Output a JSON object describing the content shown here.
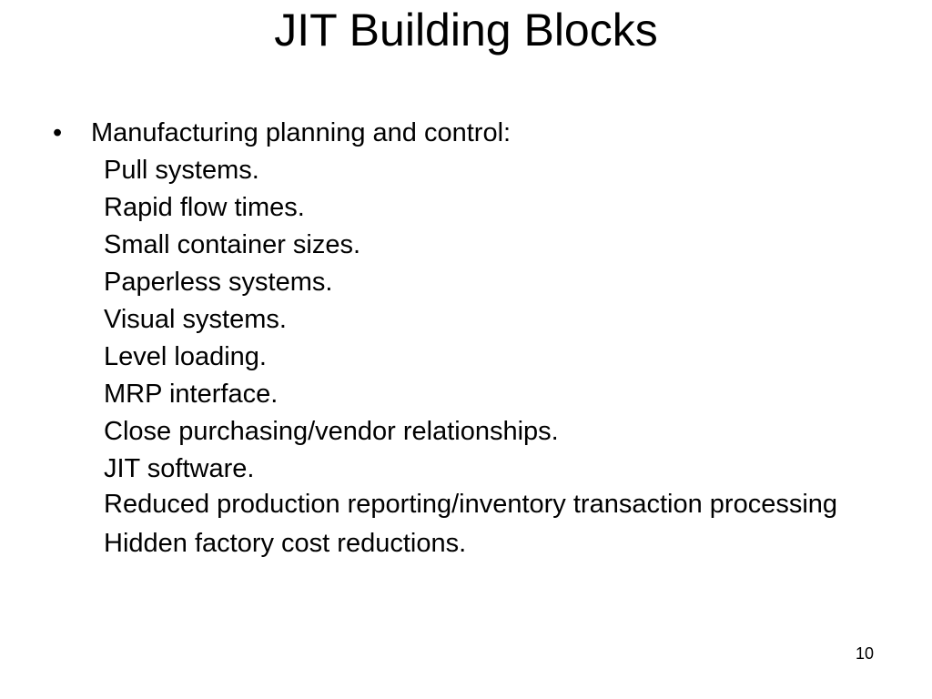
{
  "slide": {
    "title": "JIT Building Blocks",
    "bullet_char": "•",
    "bullet_text": "Manufacturing planning and control:",
    "items": [
      "Pull systems.",
      "Rapid flow times.",
      "Small container sizes.",
      "Paperless systems.",
      "Visual systems.",
      "Level loading.",
      "MRP interface.",
      "Close purchasing/vendor relationships.",
      "JIT software.",
      "Reduced production reporting/inventory transaction processing",
      "Hidden factory cost reductions."
    ],
    "page_number": "10"
  }
}
